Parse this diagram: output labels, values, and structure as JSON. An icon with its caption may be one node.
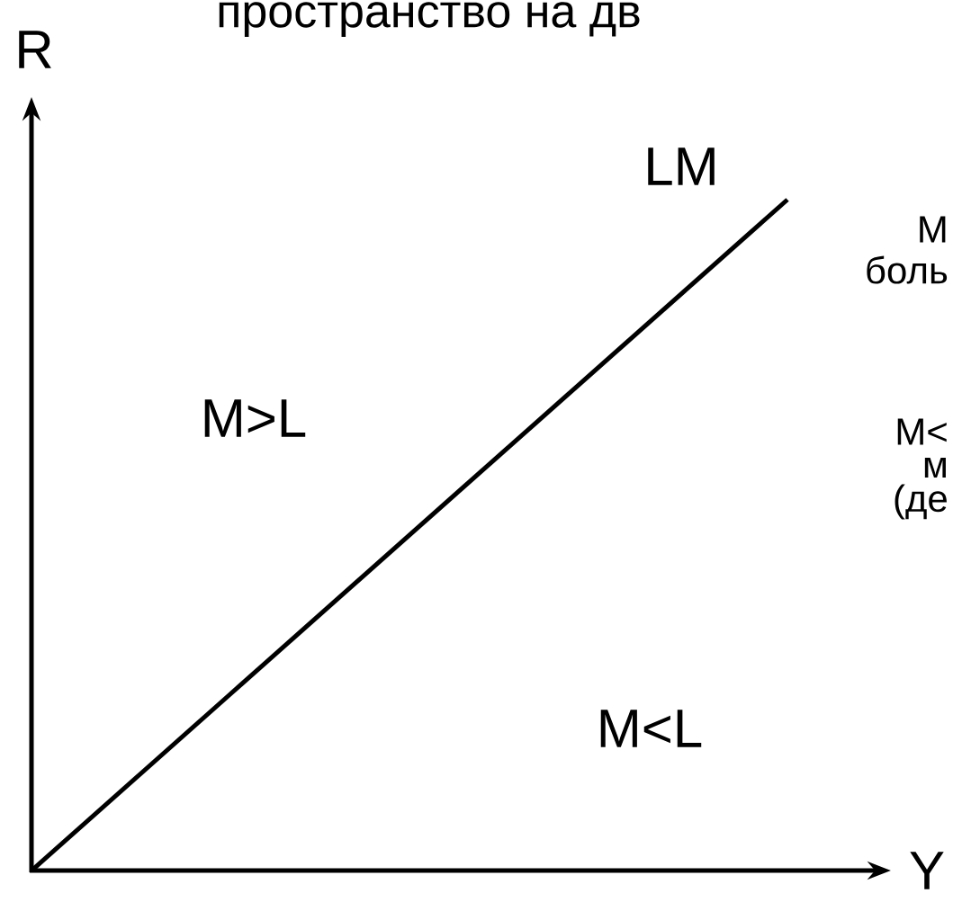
{
  "diagram": {
    "title": "пространство на дв",
    "labels": [
      "R",
      "LM",
      "M",
      "боль",
      "M>L",
      "M<",
      "м",
      "(де",
      "M<L",
      "Y"
    ]
  }
}
